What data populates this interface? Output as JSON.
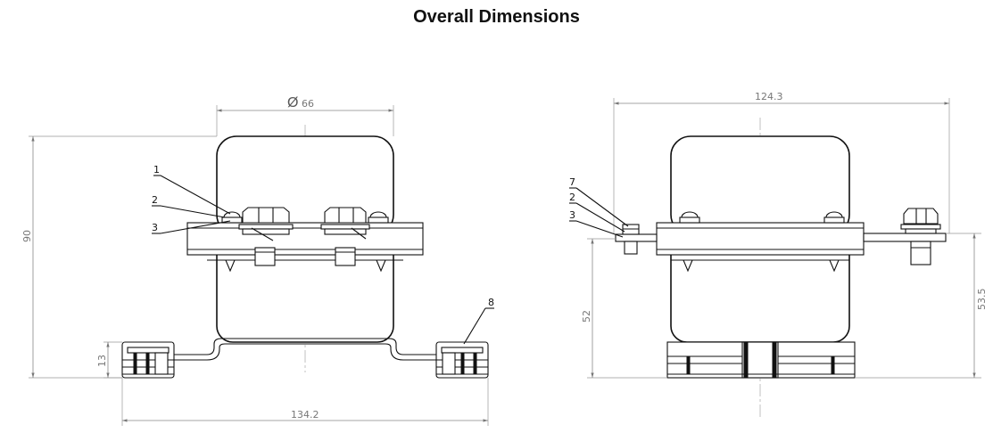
{
  "title": "Overall Dimensions",
  "front_view": {
    "dimensions": {
      "diameter_symbol": "Ø",
      "diameter": "66",
      "height": "90",
      "foot_height": "13",
      "base_width": "134.2"
    },
    "callouts": [
      "1",
      "2",
      "3",
      "8"
    ]
  },
  "side_view": {
    "dimensions": {
      "overall_width": "124.3",
      "left_terminal_height": "52",
      "right_terminal_height": "53.5"
    },
    "callouts": [
      "7",
      "2",
      "3"
    ]
  }
}
